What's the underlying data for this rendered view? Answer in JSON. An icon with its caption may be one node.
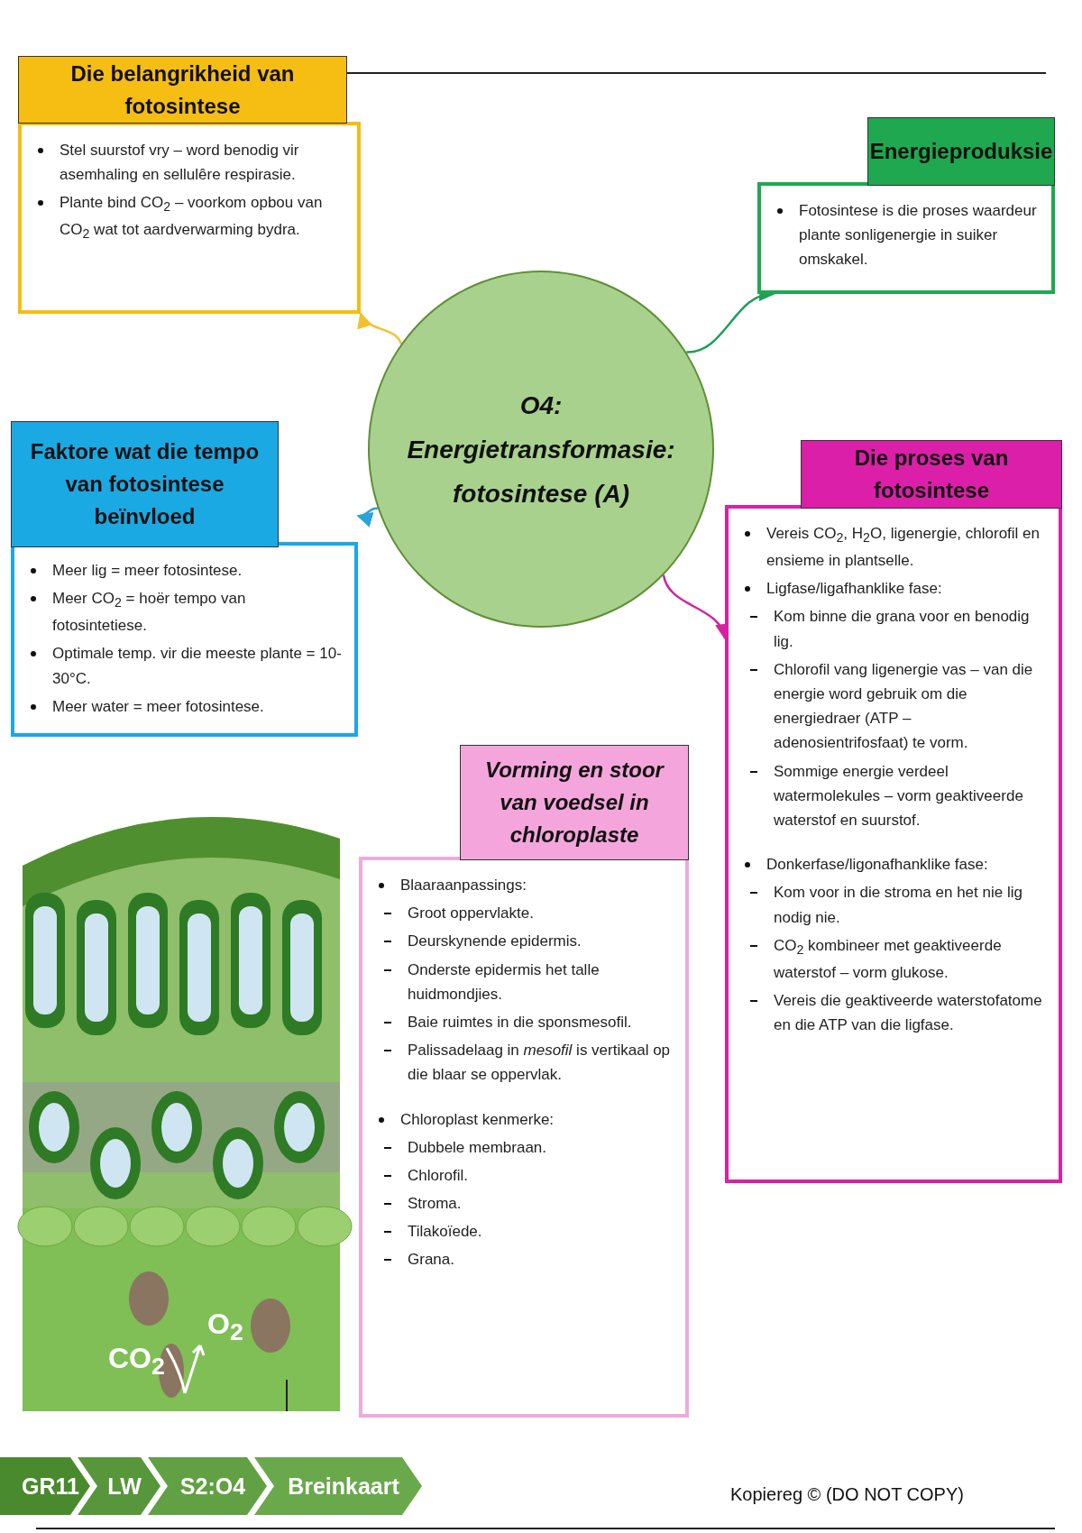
{
  "diagram": {
    "nodes": [
      {
        "text": [
          "O4: Energietransformasie: fotosintese (A)"
        ]
      },
      {
        "text": [
          "Die belangrikheid van fotosintese",
          "Stel suurstof vry – word benodig vir asemhaling en sellulêre respirasie.",
          "Plante bind CO$_{2}$ – voorkom opbou van CO$_{2}$ wat tot aardverwarming bydra."
        ]
      },
      {
        "text": [
          "Energieproduksie",
          "Fotosintese is die proses waardeur plante sonligenergie in suiker omskakel."
        ]
      },
      {
        "text": [
          "Faktore wat die tempo van fotosintese beïnvloed",
          "Meer lig = meer fotosintese.",
          "Meer CO$_{2}$ = hoër tempo van fotosintetiese.",
          "Optimale temp. vir die meeste plante = 10-30°C.",
          "Meer water = meer fotosintese."
        ]
      },
      {
        "text": [
          "Die proses van fotosintese",
          "Vereis CO$_{2}$, H$_{2}$O, ligenergie, chlorofil en ensieme in plantselle.",
          "Ligfase/ligafhanklike fase:",
          "Kom binne die grana voor en benodig lig.",
          "Chlorofil vang ligenergie vas – van die energie word gebruik om die energiedraer (ATP – adenosientrifosfaat) te vorm.",
          "Sommige energie verdeel watermolekules – vorm geaktiveerde waterstof en suurstof.",
          "Donkerfase/ligonafhanklike fase:",
          "Kom voor in die stroma en het nie lig nodig nie.",
          "CO$_{2}$ kombineer met geaktiveerde waterstof – vorm glukose.",
          "Vereis die geaktiveerde waterstofatome en die ATP van die ligfase."
        ]
      },
      {
        "text": [
          "Vorming en stoor van voedsel in chloroplaste",
          "Blaaraanpassings:",
          "Groot oppervlakte.",
          "Deurskynende epidermis.",
          "Onderste epidermis het talle huidmondjies.",
          "Baie ruimtes in die sponsmesofil.",
          "Palissadelaag in *mesofil* is vertikaal op die blaar se oppervlak.",
          "Chloroplast kenmerke:",
          "Dubbele membraan.",
          "Chlorofil.",
          "Stroma.",
          "Tilakoïede.",
          "Grana."
        ]
      }
    ],
    "edges": [
      {
        "from": 0,
        "to": 1,
        "arrow": "to",
        "color": "#f2c12e"
      },
      {
        "from": 0,
        "to": 2,
        "arrow": "to",
        "color": "#1f9e57"
      },
      {
        "from": 0,
        "to": 3,
        "arrow": "to",
        "color": "#2aa3d8"
      },
      {
        "from": 0,
        "to": 4,
        "arrow": "to",
        "color": "#d4239f"
      }
    ],
    "labels": [
      "CO$_{2}$",
      "O$_{2}$",
      "GR11",
      "LW",
      "S2:O4",
      "Breinkaart",
      "Kopiereg © (DO NOT COPY)"
    ]
  }
}
